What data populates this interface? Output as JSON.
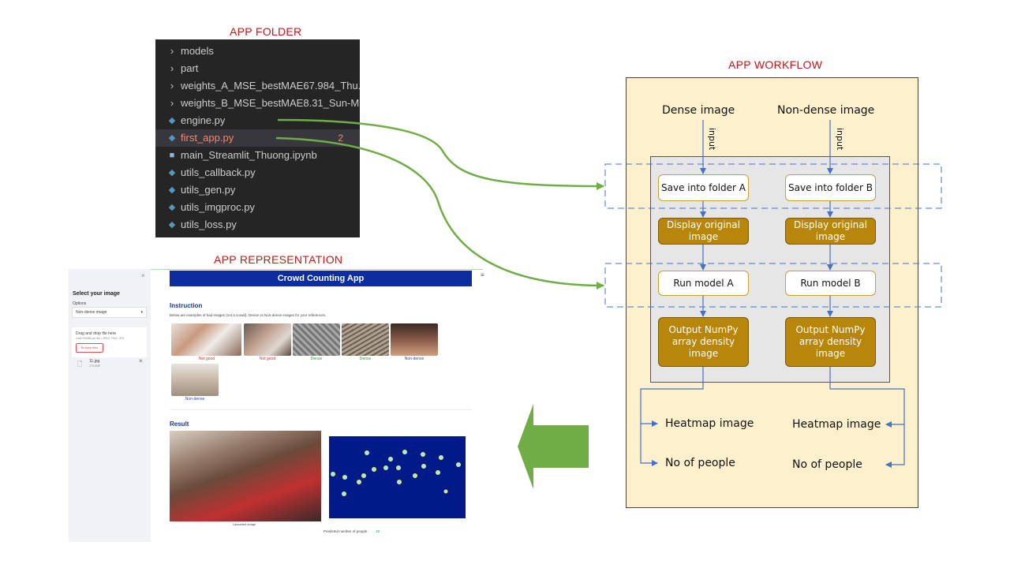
{
  "titles": {
    "app_folder": "APP FOLDER",
    "app_representation": "APP REPRESENTATION",
    "app_workflow": "APP WORKFLOW"
  },
  "explorer": {
    "items": [
      {
        "name": "models",
        "type": "folder"
      },
      {
        "name": "part",
        "type": "folder"
      },
      {
        "name": "weights_A_MSE_bestMAE67.984_Thu...",
        "type": "folder"
      },
      {
        "name": "weights_B_MSE_bestMAE8.31_Sun-M...",
        "type": "folder"
      },
      {
        "name": "engine.py",
        "type": "python"
      },
      {
        "name": "first_app.py",
        "type": "python",
        "badge": "2"
      },
      {
        "name": "main_Streamlit_Thuong.ipynb",
        "type": "notebook"
      },
      {
        "name": "utils_callback.py",
        "type": "python"
      },
      {
        "name": "utils_gen.py",
        "type": "python"
      },
      {
        "name": "utils_imgproc.py",
        "type": "python"
      },
      {
        "name": "utils_loss.py",
        "type": "python"
      }
    ]
  },
  "app": {
    "sidebar": {
      "close": "×",
      "heading": "Select your image",
      "options_label": "Options",
      "select_value": "Non-dense image",
      "drop_title": "Drag and drop file here",
      "drop_limit": "Limit 200MB per file • JPEG, PNG, JPG",
      "browse": "Browse files",
      "file_name": "11.jpg",
      "file_size": "270.8KB",
      "file_remove": "×"
    },
    "menu": "≡",
    "header": "Crowd Counting App",
    "instruction_title": "Instruction",
    "instruction_text": "Below are examples of bad images (not a crowd), Dense vs Non-dense images for your references.",
    "examples": [
      {
        "label": "Not good",
        "color": "#e0302a"
      },
      {
        "label": "Not good",
        "color": "#e0302a"
      },
      {
        "label": "Dense",
        "color": "#2e9b3a"
      },
      {
        "label": "Dense",
        "color": "#2e9b3a"
      },
      {
        "label": "Non-dense",
        "color": "#2a3fd0"
      },
      {
        "label": "Non-dense",
        "color": "#2a3fd0"
      }
    ],
    "result_title": "Result",
    "uploaded_caption": "Uploaded image",
    "predicted_label": "Predicted number of people",
    "predicted_value": "19"
  },
  "workflow": {
    "dense": "Dense image",
    "non_dense": "Non-dense image",
    "input": "input",
    "save_a": "Save into folder A",
    "save_b": "Save into folder B",
    "display_a": "Display original image",
    "display_b": "Display original image",
    "run_a": "Run model A",
    "run_b": "Run model B",
    "output_a": "Output NumPy array density image",
    "output_b": "Output NumPy array density image",
    "heatmap_a": "Heatmap image",
    "heatmap_b": "Heatmap image",
    "people_a": "No of people",
    "people_b": "No of people"
  },
  "colors": {
    "title_red": "#c0181c",
    "arrow_green": "#70ad47",
    "flow_blue": "#4472c4",
    "panel_cream": "#fdf0cd",
    "gold": "#b8860b"
  }
}
